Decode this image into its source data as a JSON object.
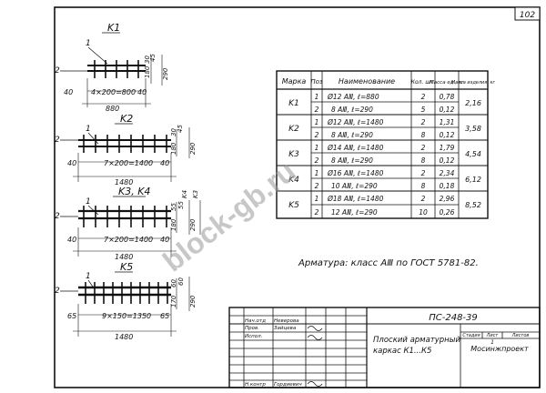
{
  "sheet_number": "102",
  "frames": [
    {
      "title": "K1",
      "bar_label_top": "1",
      "bar_label_left": "2",
      "bottom_dims": [
        "40",
        "4×200=800",
        "40"
      ],
      "total_length": "880",
      "right_dims": [
        "30",
        "180",
        "45",
        "290"
      ]
    },
    {
      "title": "K2",
      "bar_label_top": "1",
      "bar_label_left": "2",
      "bottom_dims": [
        "40",
        "7×200=1400",
        "40"
      ],
      "total_length": "1480",
      "right_dims": [
        "30",
        "180",
        "45",
        "290"
      ]
    },
    {
      "title": "K3, K4",
      "bar_label_top": "1",
      "bar_label_left": "2",
      "bottom_dims": [
        "40",
        "7×200=1400",
        "40"
      ],
      "total_length": "1480",
      "right_dims": [
        "55",
        "180",
        "55",
        "290",
        "K4",
        "K3"
      ]
    },
    {
      "title": "K5",
      "bar_label_top": "1",
      "bar_label_left": "2",
      "bottom_dims": [
        "65",
        "9×150=1350",
        "65"
      ],
      "total_length": "1480",
      "right_dims": [
        "60",
        "170",
        "60",
        "290"
      ]
    }
  ],
  "spec_table": {
    "headers": [
      "Марка",
      "Поз",
      "Наименование",
      "Кол. шт.",
      "Масса ед., кг",
      "Масса изделия, кг"
    ],
    "groups": [
      {
        "mark": "K1",
        "total": "2,16",
        "rows": [
          {
            "pos": "1",
            "name": "Ø12 АⅢ, ℓ=880",
            "qty": "2",
            "mass": "0,78"
          },
          {
            "pos": "2",
            "name": "8 АⅢ, ℓ=290",
            "qty": "5",
            "mass": "0,12"
          }
        ]
      },
      {
        "mark": "K2",
        "total": "3,58",
        "rows": [
          {
            "pos": "1",
            "name": "Ø12 АⅢ, ℓ=1480",
            "qty": "2",
            "mass": "1,31"
          },
          {
            "pos": "2",
            "name": "8 АⅢ, ℓ=290",
            "qty": "8",
            "mass": "0,12"
          }
        ]
      },
      {
        "mark": "K3",
        "total": "4,54",
        "rows": [
          {
            "pos": "1",
            "name": "Ø14 АⅢ, ℓ=1480",
            "qty": "2",
            "mass": "1,79"
          },
          {
            "pos": "2",
            "name": "8 АⅢ, ℓ=290",
            "qty": "8",
            "mass": "0,12"
          }
        ]
      },
      {
        "mark": "K4",
        "total": "6,12",
        "rows": [
          {
            "pos": "1",
            "name": "Ø16 АⅢ, ℓ=1480",
            "qty": "2",
            "mass": "2,34"
          },
          {
            "pos": "2",
            "name": "10 АⅢ, ℓ=290",
            "qty": "8",
            "mass": "0,18"
          }
        ]
      },
      {
        "mark": "K5",
        "total": "8,52",
        "rows": [
          {
            "pos": "1",
            "name": "Ø18 АⅢ, ℓ=1480",
            "qty": "2",
            "mass": "2,96"
          },
          {
            "pos": "2",
            "name": "12 АⅢ, ℓ=290",
            "qty": "10",
            "mass": "0,26"
          }
        ]
      }
    ]
  },
  "note": "Арматура: класс АⅢ по ГОСТ 5781-82.",
  "title_block": {
    "doc_code": "ПС-248-39",
    "title_line1": "Плоский арматурный",
    "title_line2": "каркас К1...К5",
    "stage_header": "Стадия",
    "sheet_header": "Лист",
    "sheets_header": "Листов",
    "sheet_no": "1",
    "organization": "Мосинжпроект",
    "roles": [
      "Нач.отд",
      "Пров.",
      "Испол.",
      "Н.контр"
    ],
    "names": [
      "Неверова",
      "Зайцева",
      "",
      "Гордиевич"
    ]
  },
  "watermark": "block-gb.ru"
}
